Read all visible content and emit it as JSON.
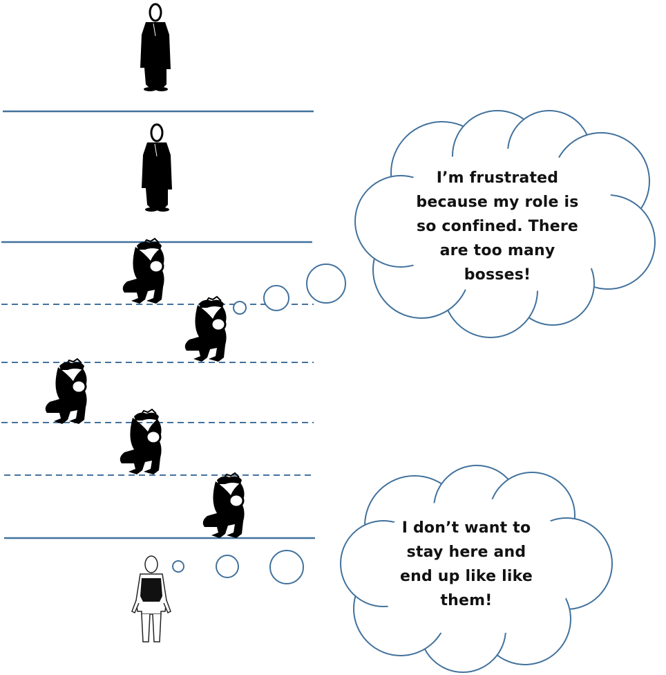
{
  "thought_bubbles": {
    "top": {
      "lines": [
        "I’m frustrated",
        "because my role is",
        "so confined. There",
        "are too many",
        "bosses!"
      ]
    },
    "bottom": {
      "lines": [
        "I don’t want to",
        "stay here and",
        "end up like like",
        "them!"
      ]
    }
  },
  "colors": {
    "line": "#41719c",
    "figure": "#000000",
    "outline": "#222222"
  },
  "icons": {
    "standing_boss": "standing-boss-icon",
    "crouching_worker": "crouching-worker-icon",
    "young_worker": "young-worker-icon"
  }
}
